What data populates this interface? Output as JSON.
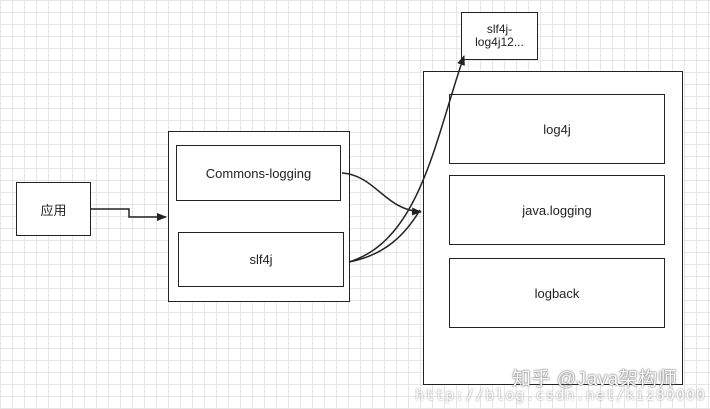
{
  "diagram": {
    "app_label": "应用",
    "commons_logging_label": "Commons-logging",
    "slf4j_label": "slf4j",
    "bridge_label_line1": "slf4j-",
    "bridge_label_line2": "log4j12...",
    "log4j_label": "log4j",
    "java_logging_label": "java.logging",
    "logback_label": "logback"
  },
  "watermark": {
    "text": "知乎 @Java架构师",
    "url": "http://blog.csdn.net/kiz80000"
  },
  "colors": {
    "line": "#222222",
    "grid": "#e6e6e6"
  }
}
